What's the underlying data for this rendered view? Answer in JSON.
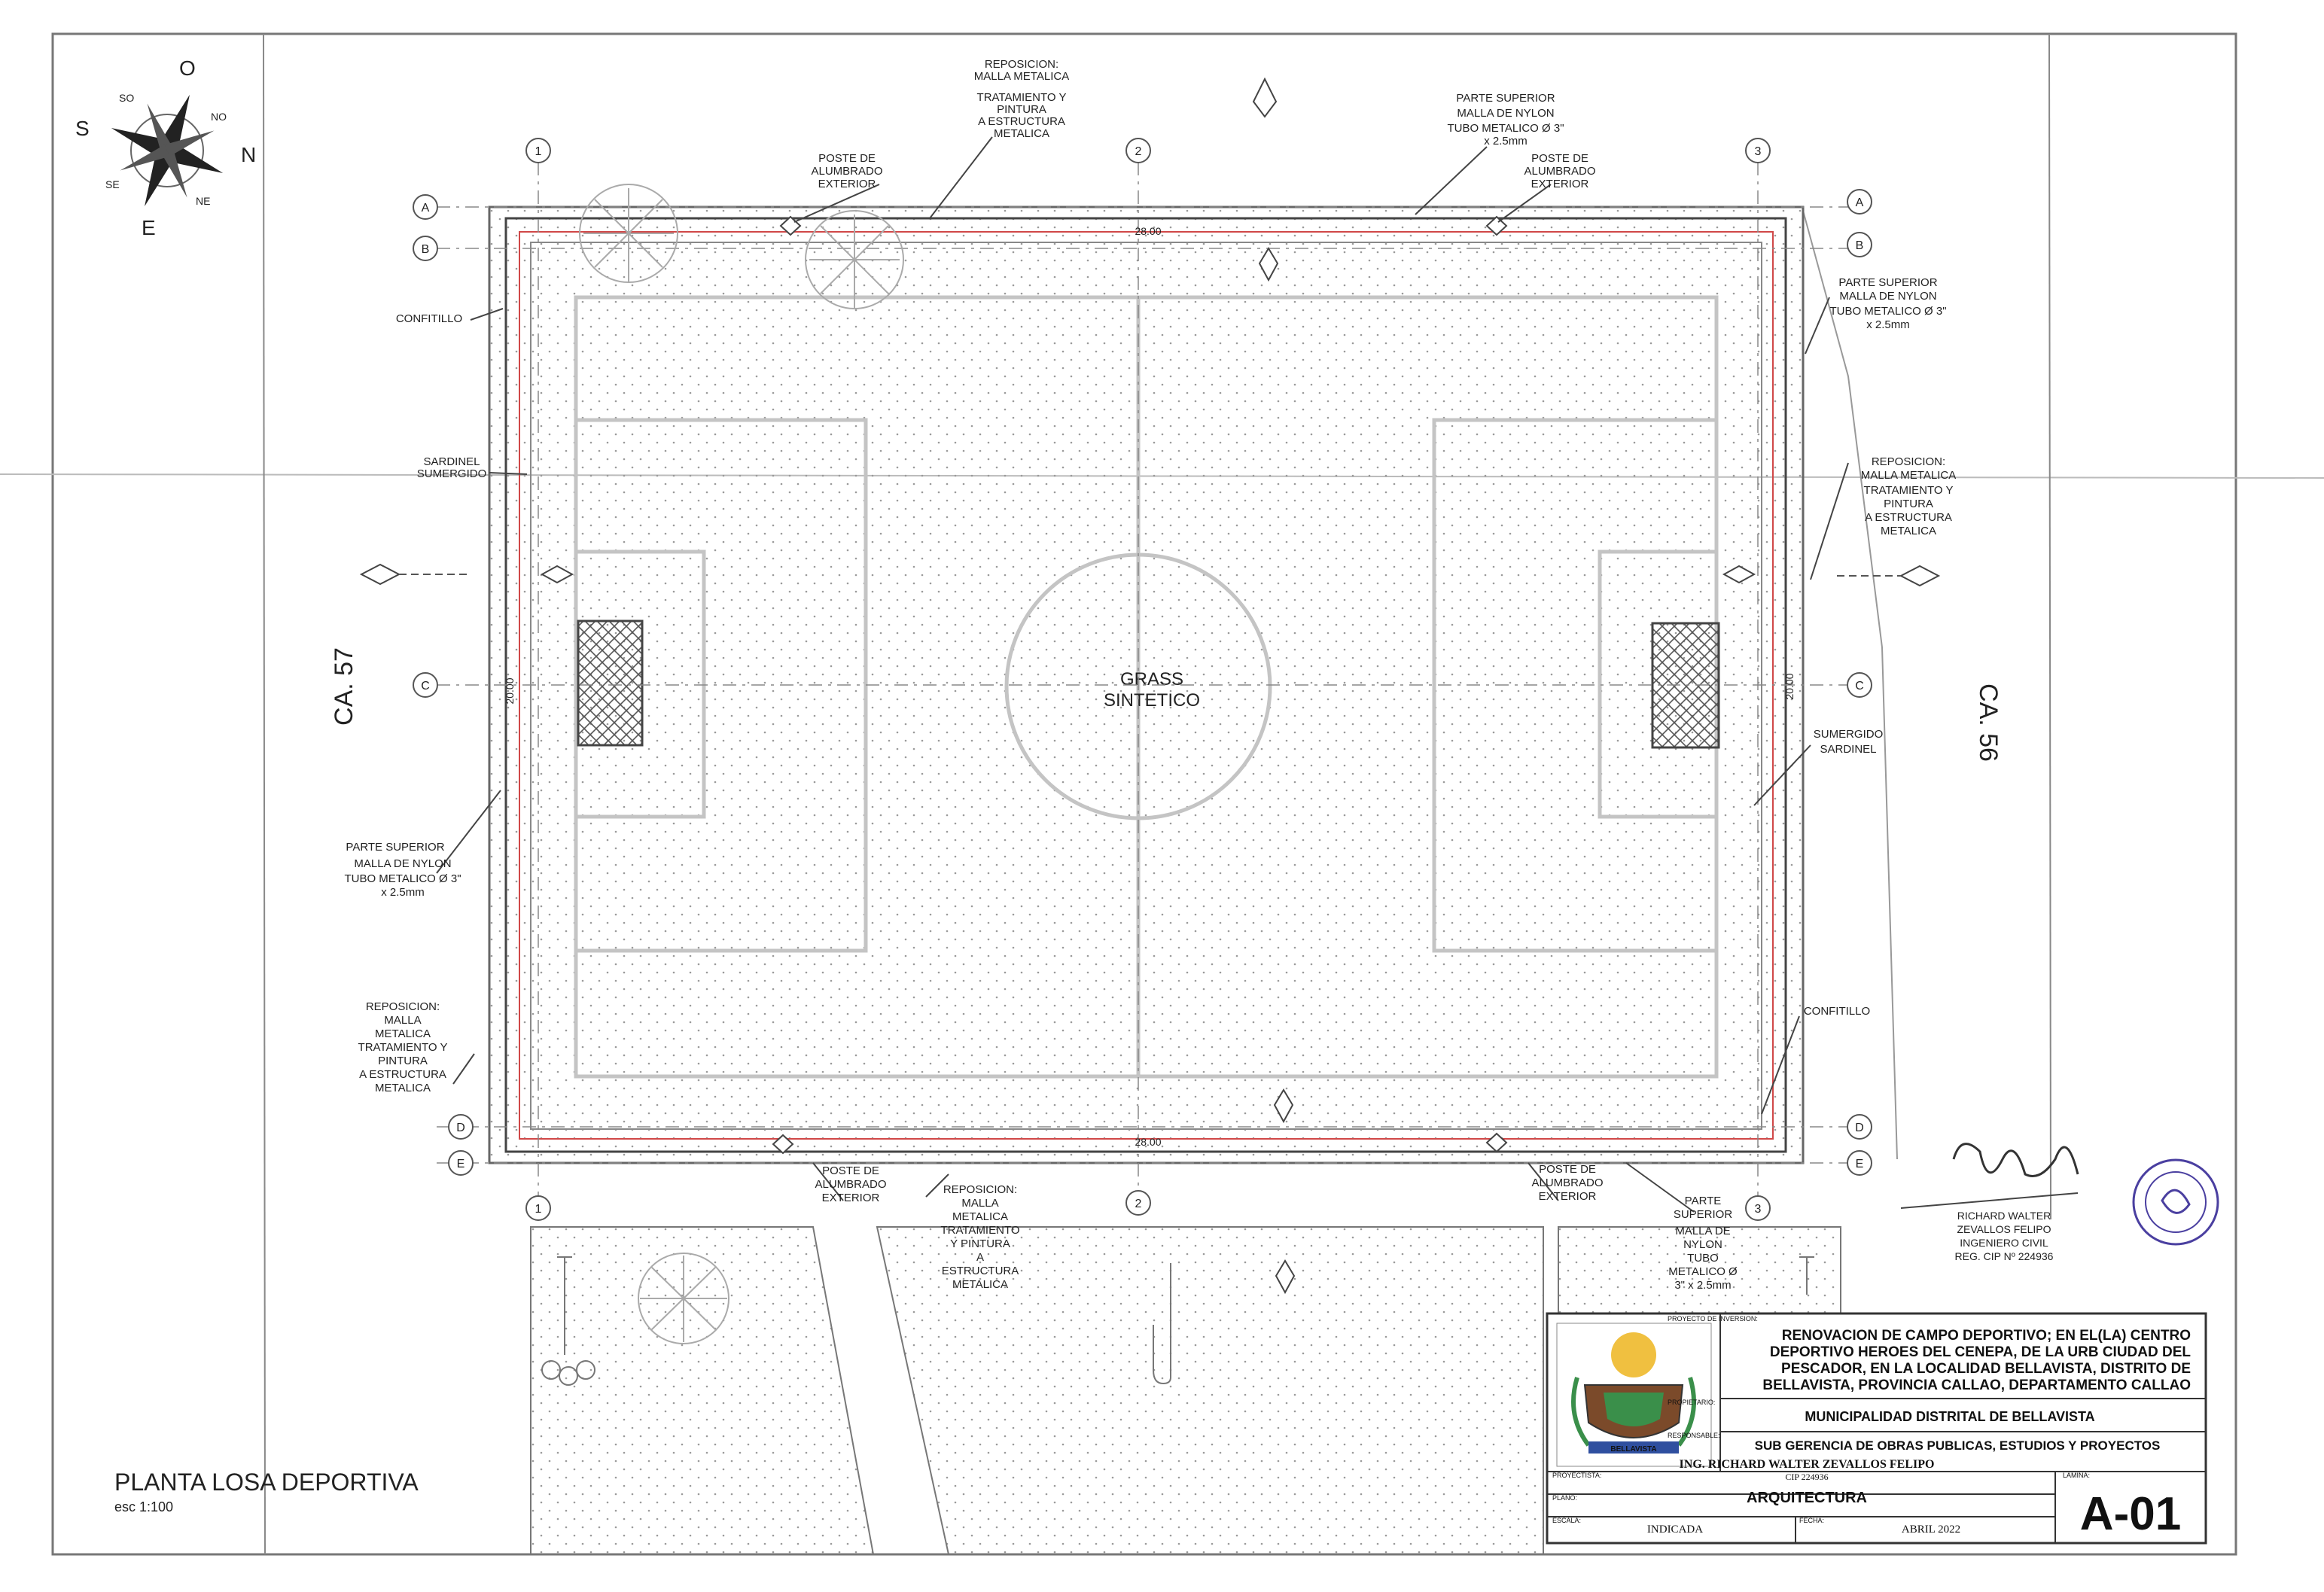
{
  "drawing": {
    "title": "PLANTA LOSA DEPORTIVA",
    "scale_note": "esc 1:100",
    "center_label_1": "GRASS",
    "center_label_2": "SINTETICO",
    "street_left": "CA. 57",
    "street_right": "CA. 56",
    "dim_top": "28.00",
    "dim_bottom": "28.00",
    "dim_left": "20.00",
    "dim_right": "20.00"
  },
  "axes": {
    "columns": [
      "1",
      "2",
      "3"
    ],
    "rows": [
      "A",
      "B",
      "C",
      "D",
      "E"
    ]
  },
  "compass": {
    "n": "N",
    "s": "S",
    "e": "E",
    "o": "O",
    "no": "NO",
    "so": "SO",
    "ne": "NE",
    "se": "SE"
  },
  "annotations": {
    "top_center": [
      "REPOSICION:",
      "MALLA METALICA",
      "TRATAMIENTO Y",
      "PINTURA",
      "A ESTRUCTURA",
      "METALICA"
    ],
    "top_left_post": [
      "POSTE DE",
      "ALUMBRADO",
      "EXTERIOR"
    ],
    "top_right_upper": [
      "PARTE SUPERIOR",
      "MALLA DE NYLON",
      "TUBO METALICO Ø 3\"",
      "x 2.5mm"
    ],
    "top_right_post": [
      "POSTE DE",
      "ALUMBRADO",
      "EXTERIOR"
    ],
    "right_upper": [
      "PARTE SUPERIOR",
      "MALLA DE NYLON",
      "TUBO METALICO Ø 3\"",
      "x 2.5mm"
    ],
    "right_reposicion": [
      "REPOSICION:",
      "MALLA METALICA",
      "TRATAMIENTO Y",
      "PINTURA",
      "A ESTRUCTURA",
      "METALICA"
    ],
    "right_sardinel": [
      "SUMERGIDO",
      "SARDINEL"
    ],
    "right_confitillo": "CONFITILLO",
    "left_confitillo": "CONFITILLO",
    "left_sardinel": [
      "SARDINEL",
      "SUMERGIDO"
    ],
    "left_upper": [
      "PARTE SUPERIOR",
      "MALLA DE NYLON",
      "TUBO METALICO Ø 3\"",
      "x 2.5mm"
    ],
    "left_reposicion": [
      "REPOSICION:",
      "MALLA",
      "METALICA",
      "TRATAMIENTO Y",
      "PINTURA",
      "A ESTRUCTURA",
      "METALICA"
    ],
    "bottom_left_post": [
      "POSTE DE",
      "ALUMBRADO",
      "EXTERIOR"
    ],
    "bottom_center": [
      "REPOSICION:",
      "MALLA",
      "METALICA",
      "TRATAMIENTO",
      "Y PINTURA",
      "A",
      "ESTRUCTURA",
      "METALICA"
    ],
    "bottom_right_post": [
      "POSTE DE",
      "ALUMBRADO",
      "EXTERIOR"
    ],
    "bottom_right_upper": [
      "PARTE",
      "SUPERIOR",
      "MALLA DE",
      "NYLON",
      "TUBO",
      "METALICO Ø",
      "3\" x 2.5mm"
    ]
  },
  "signature": [
    "RICHARD WALTER",
    "ZEVALLOS FELIPO",
    "INGENIERO CIVIL",
    "REG. CIP Nº 224936"
  ],
  "title_block": {
    "project_caption": "PROYECTO DE INVERSION:",
    "project": [
      "RENOVACION DE CAMPO DEPORTIVO; EN EL(LA) CENTRO",
      "DEPORTIVO HEROES DEL CENEPA, DE LA URB CIUDAD DEL",
      "PESCADOR, EN LA LOCALIDAD BELLAVISTA, DISTRITO DE",
      "BELLAVISTA, PROVINCIA CALLAO, DEPARTAMENTO CALLAO"
    ],
    "owner_caption": "PROPIETARIO:",
    "owner": "MUNICIPALIDAD DISTRITAL DE BELLAVISTA",
    "resp_caption": "RESPONSABLE:",
    "responsible": "SUB GERENCIA DE OBRAS PUBLICAS, ESTUDIOS Y PROYECTOS",
    "designer_caption": "PROYECTISTA:",
    "designer": "ING. RICHARD WALTER ZEVALLOS FELIPO",
    "cip": "CIP 224936",
    "plan_caption": "PLANO:",
    "plan": "ARQUITECTURA",
    "scale_caption": "ESCALA:",
    "scale": "INDICADA",
    "date_caption": "FECHA:",
    "date": "ABRIL 2022",
    "sheet_caption": "LAMINA:",
    "sheet": "A-01",
    "crest_label": "BELLAVISTA"
  }
}
